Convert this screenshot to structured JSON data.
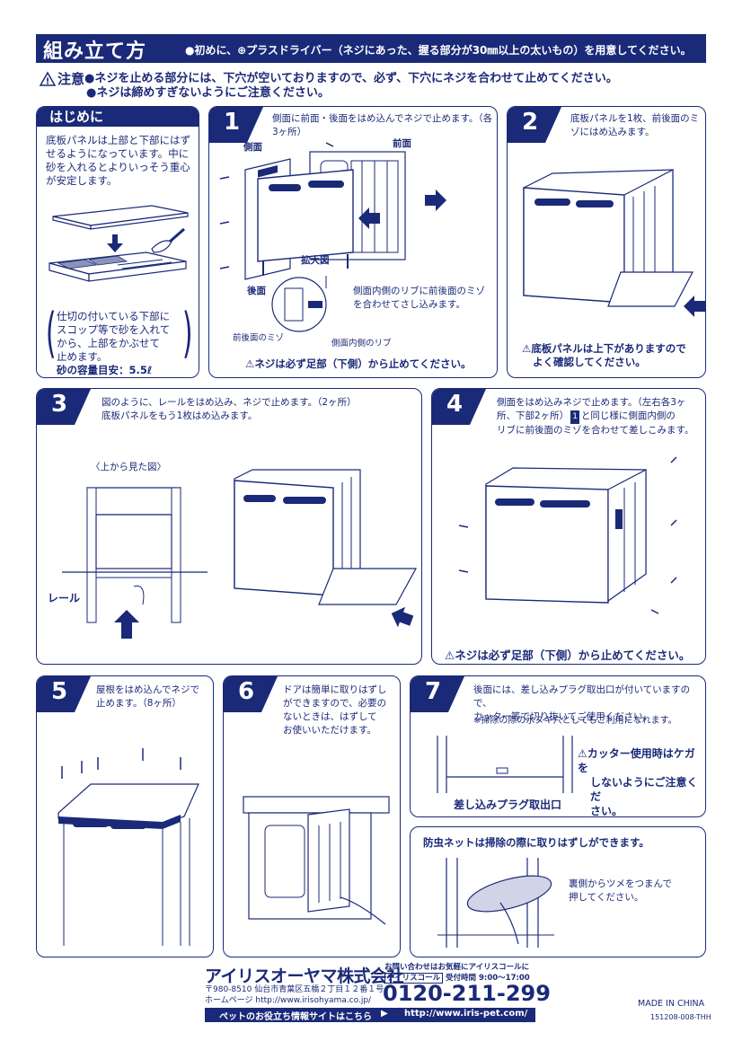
{
  "header": {
    "title": "組み立て方",
    "subtitle": "●初めに、⊕プラスドライバー（ネジにあった、握る部分が30㎜以上の太いもの）を用意してください。"
  },
  "caution": {
    "label": "注意",
    "line1": "●ネジを止める部分には、下穴が空いておりますので、必ず、下穴にネジを合わせて止めてください。",
    "line2": "●ネジは締めすぎないようにご注意ください。"
  },
  "intro": {
    "title": "はじめに",
    "text1": "底板パネルは上部と下部にはずせるようになっています。中に砂を入れるとよりいっそう重心が安定します。",
    "text2_lines": [
      "仕切の付いている下部に",
      "スコップ等で砂を入れて",
      "から、上部をかぶせて",
      "止めます。"
    ],
    "sand_volume": "砂の容量目安：5.5ℓ"
  },
  "step1": {
    "num": "1",
    "text": "側面に前面・後面をはめ込んでネジで止めます。（各3ヶ所）",
    "label_side": "側面",
    "label_front": "前面",
    "label_back": "後面",
    "label_zoom": "拡大図",
    "rib_note": "側面内側のリブに前後面のミゾを合わせてさし込みます。",
    "label_groove": "前後面のミゾ",
    "label_rib": "側面内側のリブ",
    "warning": "ネジは必ず足部（下側）から止めてください。"
  },
  "step2": {
    "num": "2",
    "text": "底板パネルを1枚、前後面のミゾにはめ込みます。",
    "warning_lines": [
      "底板パネルは上下がありますので",
      "よく確認してください。"
    ]
  },
  "step3": {
    "num": "3",
    "text_line1": "図のように、レールをはめ込み、ネジで止めます。（2ヶ所）",
    "text_line2": "底板パネルをもう1枚はめ込みます。",
    "topview": "〈上から見た図〉",
    "label_rail": "レール"
  },
  "step4": {
    "num": "4",
    "text_lines": [
      "側面をはめ込みネジで止めます。（左右各3ヶ",
      "所、下部2ヶ所）",
      "と同じ様に側面内側の",
      "リブに前後面のミゾを合わせて差しこみます。"
    ],
    "warning": "ネジは必ず足部（下側）から止めてください。"
  },
  "step5": {
    "num": "5",
    "text_lines": [
      "屋根をはめ込んでネジで",
      "止めます。（8ヶ所）"
    ]
  },
  "step6": {
    "num": "6",
    "text_lines": [
      "ドアは簡単に取りはずし",
      "ができますので、必要の",
      "ないときは、はずして",
      "お使いいただけます。"
    ]
  },
  "step7": {
    "num": "7",
    "text_lines": [
      "後面には、差し込みプラグ取出口が付いていますので、",
      "カッター等で切り抜いてご使用ください。"
    ],
    "note": "※掃除の際の水ヌキ穴としてもご利用になれます。",
    "warning_lines": [
      "カッター使用時はケガを",
      "しないようにご注意くだ",
      "さい。"
    ],
    "label_plug": "差し込みプラグ取出口"
  },
  "net": {
    "title": "防虫ネットは掃除の際に取りはずしができます。",
    "text_lines": [
      "裏側からツメをつまんで",
      "押してください。"
    ]
  },
  "footer": {
    "company": "アイリスオーヤマ株式会社",
    "address": "〒980-8510 仙台市青葉区五橋２丁目１２番１号",
    "homepage": "ホームページ http://www.irisohyama.co.jp/",
    "inquiry": "お問い合わせはお気軽にアイリスコールに",
    "callname": "アイリスコール",
    "hours": "受付時間 9:00～17:00",
    "phone": "0120-211-299",
    "petsite_label": "ペットのお役立ち情報サイトはこちら",
    "petsite_url": "http://www.iris-pet.com/",
    "made_in": "MADE IN CHINA",
    "code": "151208-008-THH"
  },
  "colors": {
    "brand": "#1b2a78"
  }
}
